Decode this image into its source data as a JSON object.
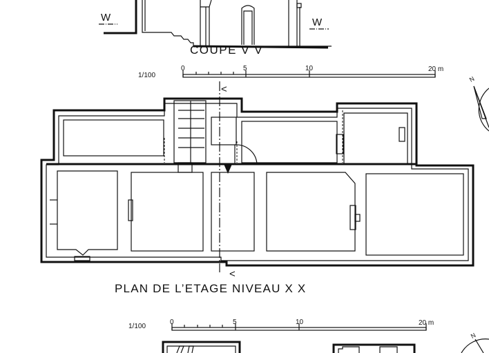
{
  "section": {
    "title": "COUPE  V V",
    "marker_left": "W",
    "marker_right": "W"
  },
  "scale_top": {
    "ratio": "1/100",
    "ticks": [
      "0",
      "5",
      "10",
      "20 m"
    ]
  },
  "plan": {
    "title": "PLAN  DE  L’ETAGE    NIVEAU    X X",
    "cut_marker": "<"
  },
  "scale_bottom": {
    "ratio": "1/100",
    "ticks": [
      "0",
      "5",
      "10",
      "20 m"
    ]
  },
  "compass": {
    "label": "N"
  }
}
